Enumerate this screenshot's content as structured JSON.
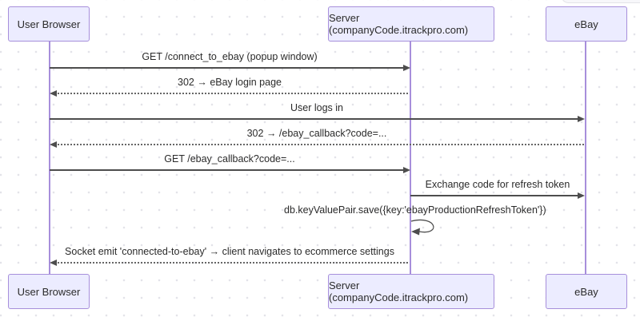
{
  "diagram": {
    "type": "sequence",
    "actors": [
      {
        "name": "User Browser"
      },
      {
        "name": "Server (companyCode.itrackpro.com)"
      },
      {
        "name": "eBay"
      }
    ],
    "messages": [
      {
        "from": "User Browser",
        "to": "Server",
        "style": "solid",
        "label": "GET /connect_to_ebay (popup window)"
      },
      {
        "from": "Server",
        "to": "User Browser",
        "style": "dashed",
        "label": "302 → eBay login page"
      },
      {
        "from": "User Browser",
        "to": "eBay",
        "style": "solid",
        "label": "User logs in"
      },
      {
        "from": "eBay",
        "to": "User Browser",
        "style": "dashed",
        "label": "302 → /ebay_callback?code=..."
      },
      {
        "from": "User Browser",
        "to": "Server",
        "style": "solid",
        "label": "GET /ebay_callback?code=..."
      },
      {
        "from": "Server",
        "to": "eBay",
        "style": "solid",
        "label": "Exchange code for refresh token"
      },
      {
        "from": "Server",
        "to": "Server",
        "style": "self",
        "label": "db.keyValuePair.save({key:'ebayProductionRefreshToken'})"
      },
      {
        "from": "Server",
        "to": "User Browser",
        "style": "dashed",
        "label": "Socket emit 'connected-to-ebay' → client navigates to ecommerce settings"
      }
    ],
    "colors": {
      "actor_fill": "#ECECFF",
      "actor_border": "#A78FDB",
      "lifeline": "#A78FDB",
      "arrow": "#4D4D4D",
      "text": "#2B2B2B",
      "dot_grid": "#E3E3E9"
    }
  }
}
